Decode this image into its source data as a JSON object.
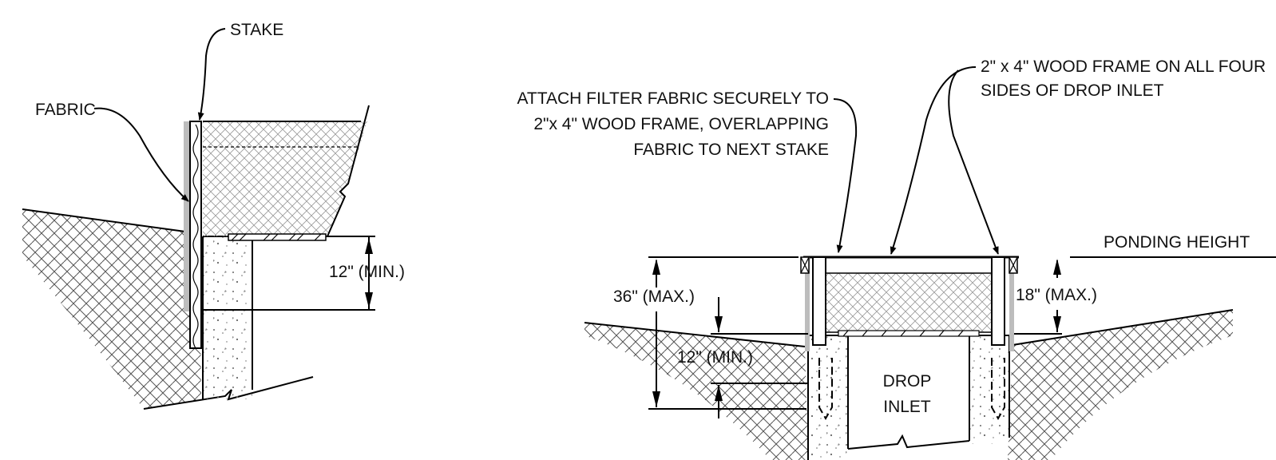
{
  "left_detail": {
    "stake_label": "STAKE",
    "fabric_label": "FABRIC",
    "depth_label": "12\" (MIN.)"
  },
  "right_detail": {
    "attach_note": [
      "ATTACH FILTER FABRIC SECURELY TO",
      "2\"x 4\" WOOD FRAME, OVERLAPPING",
      "FABRIC TO NEXT STAKE"
    ],
    "frame_note": [
      "2\" x 4\" WOOD FRAME ON ALL FOUR",
      "SIDES OF DROP INLET"
    ],
    "ponding_label": "PONDING HEIGHT",
    "max36_label": "36\" (MAX.)",
    "max18_label": "18\" (MAX.)",
    "min12_label": "12\" (MIN.)",
    "inlet_label": [
      "DROP",
      "INLET"
    ]
  }
}
